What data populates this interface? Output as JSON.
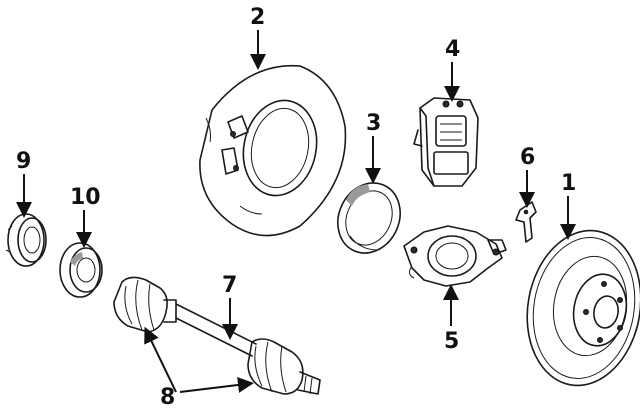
{
  "callouts": [
    {
      "id": "1",
      "text": "1"
    },
    {
      "id": "2",
      "text": "2"
    },
    {
      "id": "3",
      "text": "3"
    },
    {
      "id": "4",
      "text": "4"
    },
    {
      "id": "5",
      "text": "5"
    },
    {
      "id": "6",
      "text": "6"
    },
    {
      "id": "7",
      "text": "7"
    },
    {
      "id": "8",
      "text": "8"
    },
    {
      "id": "9",
      "text": "9"
    },
    {
      "id": "10",
      "text": "10"
    }
  ],
  "colors": {
    "line": "#1a1a1a",
    "label": "#111111",
    "background": "#ffffff"
  }
}
